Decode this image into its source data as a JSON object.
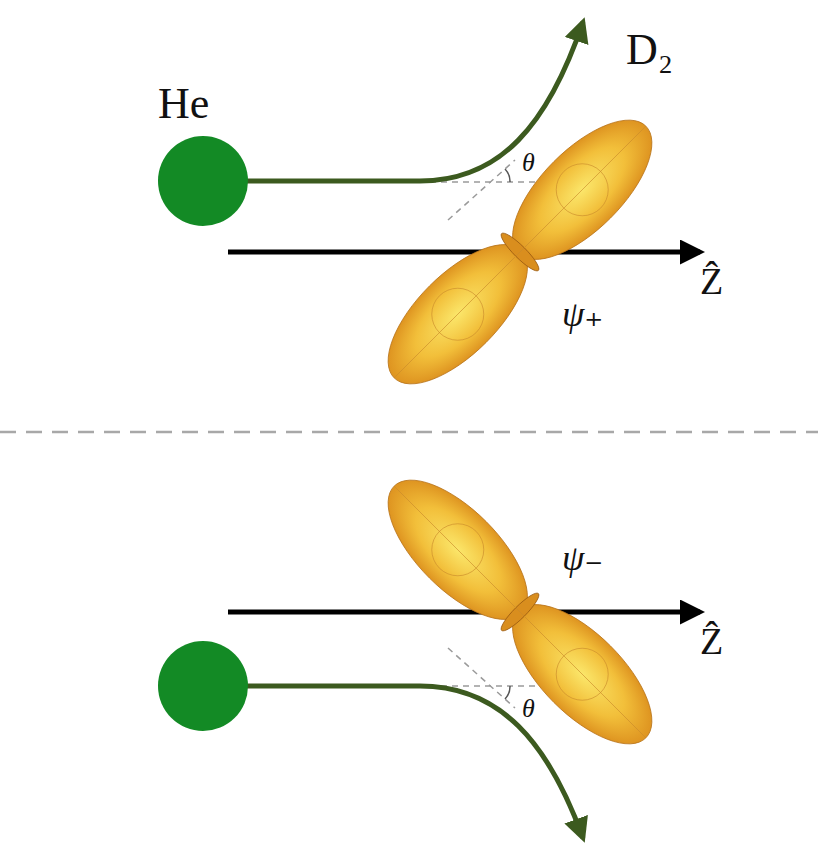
{
  "diagram": {
    "labels": [
      "He",
      "D₂",
      "θ",
      "Ẑ",
      "ψ₊",
      "ψ₋",
      "Ẑ",
      "θ"
    ]
  }
}
